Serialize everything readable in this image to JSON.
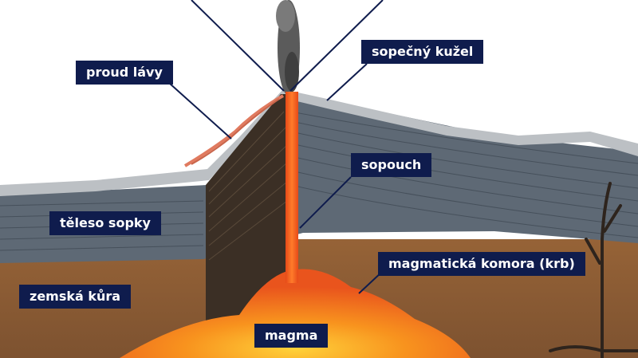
{
  "labels": {
    "top_left": "",
    "top_right": "",
    "lava_flow": "proud lávy",
    "cone": "sopečný kužel",
    "conduit": "sopouch",
    "volcano_body": "těleso sopky",
    "crust": "zemská kůra",
    "chamber": "magmatická komora (krb)",
    "magma": "magma"
  },
  "colors": {
    "label_bg": "#0f1c4d",
    "label_text": "#ffffff",
    "crust": "#8a5a32",
    "volcano_body": "#5e6975",
    "cone_surface": "#b9bdc1",
    "magma": "#f26522",
    "cut_face": "#3b2f25"
  }
}
